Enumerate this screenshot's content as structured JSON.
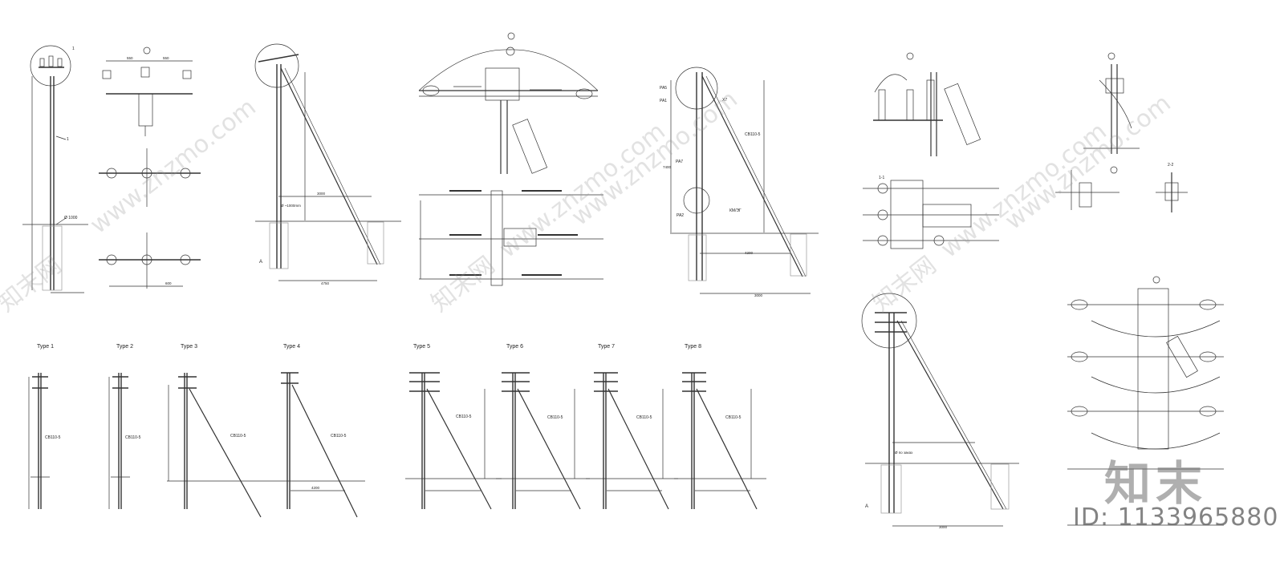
{
  "type_labels": [
    "Type 1",
    "Type 2",
    "Type 3",
    "Type 4",
    "Type 5",
    "Type 6",
    "Type 7",
    "Type 8"
  ],
  "callouts": {
    "cb": "CB110-5",
    "diameter1": "Ø 1000",
    "diameter2": "Ø ~1000mm",
    "diameter3": "Ø по заказ",
    "section_a": "A",
    "section_11": "1-1",
    "section_22": "2-2",
    "label_pa1": "PA1",
    "label_pa2": "PA2",
    "label_pa5": "PA5",
    "label_pa7": "PA7",
    "label_x7": "X7",
    "label_km": "КМ/ЭГ"
  },
  "dims": {
    "d4200": "4200",
    "d4750": "4750",
    "d3000": "3000",
    "d7400": "7400",
    "d2800": "2800",
    "d550": "550",
    "d600": "600"
  },
  "watermarks": [
    "www.znzmo.com",
    "www.znzmo.com",
    "www.znzmo.com",
    "www.znzmo.com",
    "www.znzmo.com",
    "知末网",
    "知末网",
    "知末网"
  ],
  "logo": "知末",
  "id_text": "ID: 1133965880"
}
